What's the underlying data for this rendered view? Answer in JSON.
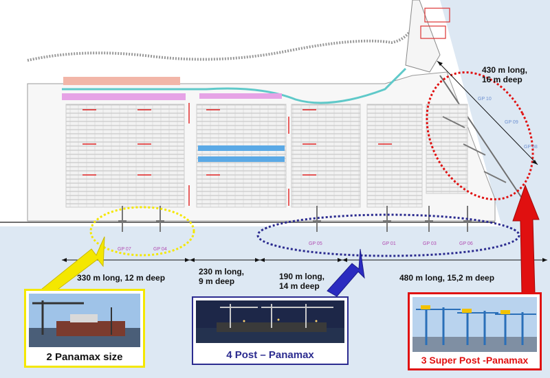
{
  "berth_labels": [
    "GP 07",
    "GP 04",
    "GP 05",
    "GP 01",
    "GP 03",
    "GP 06",
    "GP 10",
    "GP 09",
    "GP 08"
  ],
  "lengths": {
    "seg1": "330 m long, 12 m deep",
    "seg2_line1": "230 m long,",
    "seg2_line2": "9 m deep",
    "seg3_line1": "190 m long,",
    "seg3_line2": "14 m deep",
    "seg4": "480 m long, 15,2 m deep",
    "seg5_line1": "430 m long,",
    "seg5_line2": "16 m deep"
  },
  "groups": {
    "panamax": "2 Panamax size",
    "post_panamax": "4 Post – Panamax",
    "super_post_panamax": "3 Super Post -Panamax"
  },
  "colors": {
    "panamax": "#f4e700",
    "post_panamax": "#2b2b8f",
    "super_post_panamax": "#e01010",
    "sea": "#dce9f5"
  }
}
